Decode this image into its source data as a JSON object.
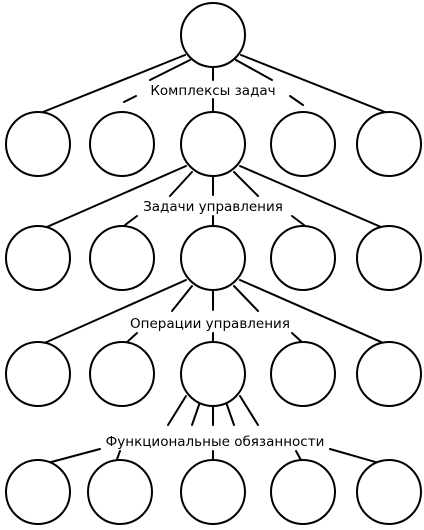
{
  "diagram": {
    "level_labels": [
      "Комплексы задач",
      "Задачи управления",
      "Операции управления",
      "Функциональные обязанности"
    ]
  }
}
